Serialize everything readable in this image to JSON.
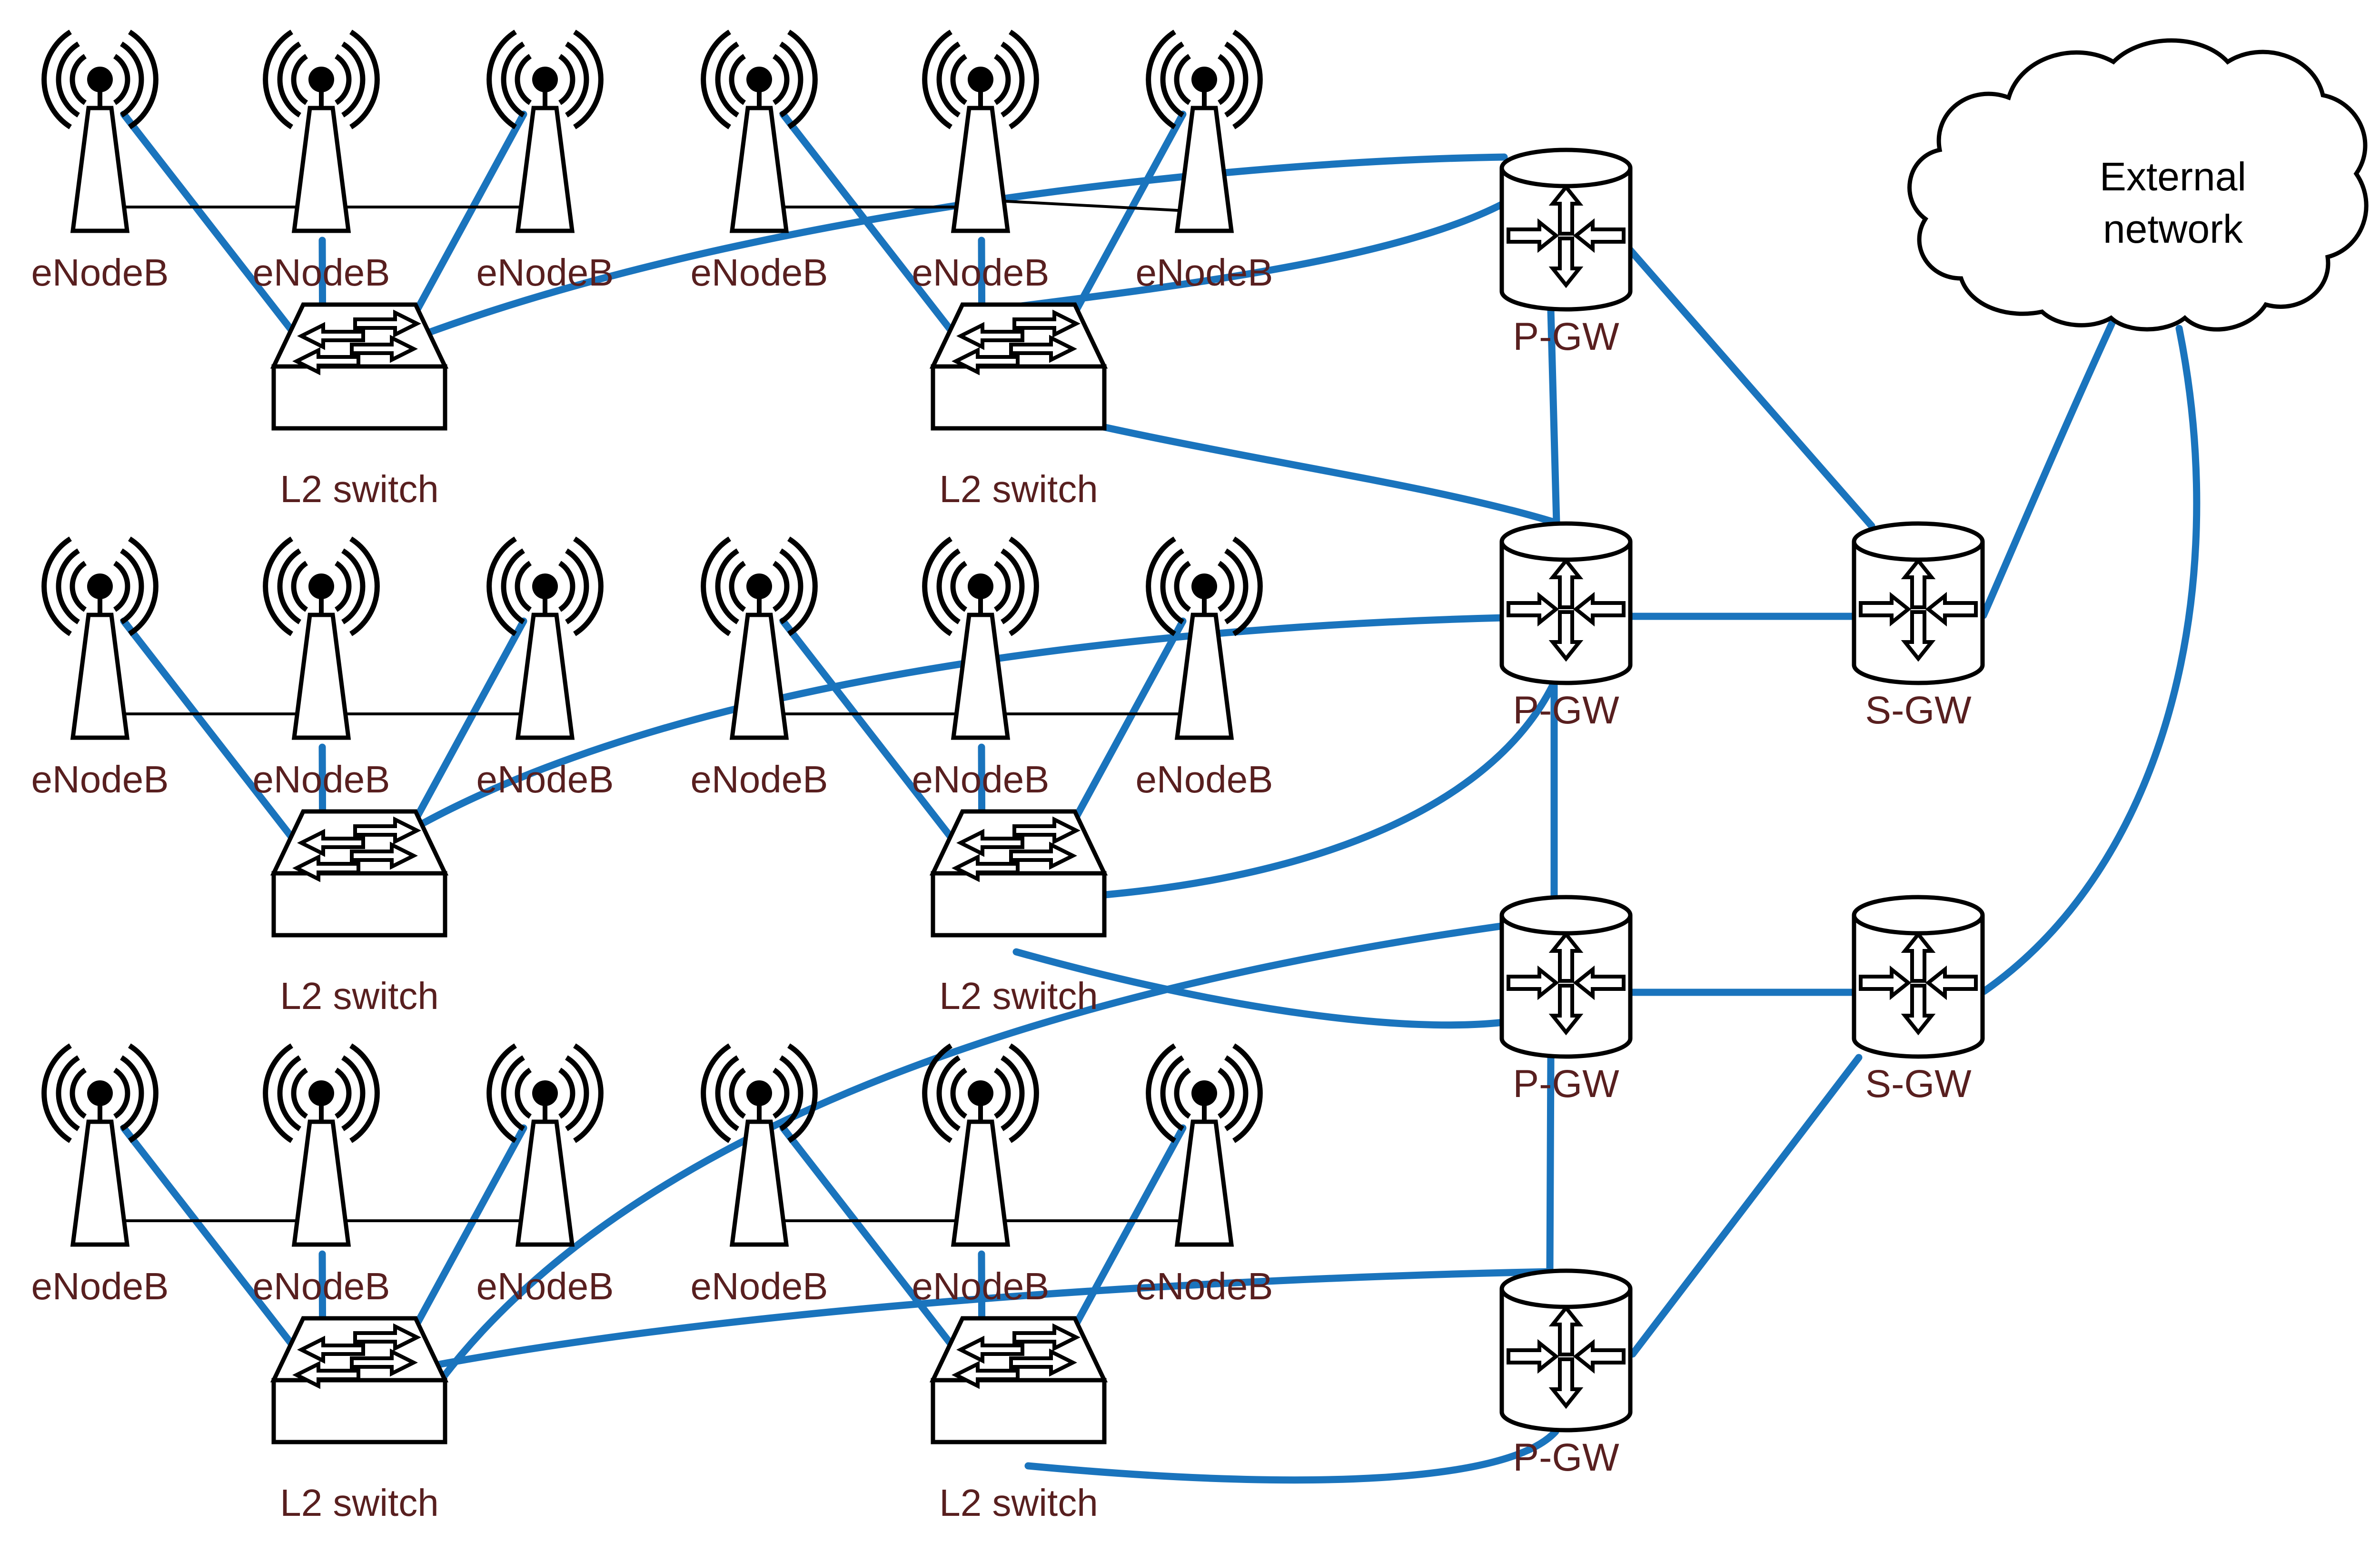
{
  "diagram": {
    "type": "lte-epc-network-topology",
    "background": "#ffffff",
    "colors": {
      "link_blue": "#1a74bd",
      "node_outline": "#000000",
      "label_maroon": "#581f1f",
      "cloud_text": "#000000"
    },
    "groups": [
      {
        "id": "radio-group-1",
        "antennas": [
          "eNodeB",
          "eNodeB",
          "eNodeB"
        ],
        "switch_label": "L2 switch"
      },
      {
        "id": "radio-group-2",
        "antennas": [
          "eNodeB",
          "eNodeB",
          "eNodeB"
        ],
        "switch_label": "L2 switch"
      },
      {
        "id": "radio-group-3",
        "antennas": [
          "eNodeB",
          "eNodeB",
          "eNodeB"
        ],
        "switch_label": "L2 switch"
      },
      {
        "id": "radio-group-4",
        "antennas": [
          "eNodeB",
          "eNodeB",
          "eNodeB"
        ],
        "switch_label": "L2 switch"
      },
      {
        "id": "radio-group-5",
        "antennas": [
          "eNodeB",
          "eNodeB",
          "eNodeB"
        ],
        "switch_label": "L2 switch"
      },
      {
        "id": "radio-group-6",
        "antennas": [
          "eNodeB",
          "eNodeB",
          "eNodeB"
        ],
        "switch_label": "L2 switch"
      }
    ],
    "gateways": [
      {
        "id": "p-gw-1",
        "label": "P-GW",
        "icon": "router-cylinder-icon"
      },
      {
        "id": "p-gw-2",
        "label": "P-GW",
        "icon": "router-cylinder-icon"
      },
      {
        "id": "p-gw-3",
        "label": "P-GW",
        "icon": "router-cylinder-icon"
      },
      {
        "id": "p-gw-4",
        "label": "P-GW",
        "icon": "router-cylinder-icon"
      },
      {
        "id": "s-gw-1",
        "label": "S-GW",
        "icon": "router-cylinder-icon"
      },
      {
        "id": "s-gw-2",
        "label": "S-GW",
        "icon": "router-cylinder-icon"
      }
    ],
    "cloud": {
      "id": "external-network",
      "line1": "External",
      "line2": "network"
    },
    "links": {
      "radio_links": "each eNodeB antenna connects by a blue line to its group's L2 switch (3 per group, 6 groups)",
      "x2_links": "adjacent eNodeB antennas in a group are joined by thin black lines",
      "backhaul": [
        {
          "from": "l2-switch-1",
          "to": "p-gw-1"
        },
        {
          "from": "l2-switch-2",
          "to": "p-gw-1"
        },
        {
          "from": "l2-switch-2",
          "to": "p-gw-2"
        },
        {
          "from": "l2-switch-3",
          "to": "p-gw-2"
        },
        {
          "from": "l2-switch-4",
          "to": "p-gw-2"
        },
        {
          "from": "l2-switch-4",
          "to": "p-gw-3"
        },
        {
          "from": "l2-switch-5",
          "to": "p-gw-3"
        },
        {
          "from": "l2-switch-5",
          "to": "p-gw-4"
        },
        {
          "from": "l2-switch-6",
          "to": "p-gw-4"
        },
        {
          "from": "p-gw-1",
          "to": "p-gw-2"
        },
        {
          "from": "p-gw-2",
          "to": "p-gw-3"
        },
        {
          "from": "p-gw-3",
          "to": "p-gw-4"
        },
        {
          "from": "p-gw-1",
          "to": "s-gw-1"
        },
        {
          "from": "p-gw-2",
          "to": "s-gw-1"
        },
        {
          "from": "p-gw-3",
          "to": "s-gw-2"
        },
        {
          "from": "s-gw-2",
          "to": "p-gw-4"
        },
        {
          "from": "s-gw-1",
          "to": "external-network"
        },
        {
          "from": "s-gw-2",
          "to": "external-network"
        }
      ]
    }
  }
}
